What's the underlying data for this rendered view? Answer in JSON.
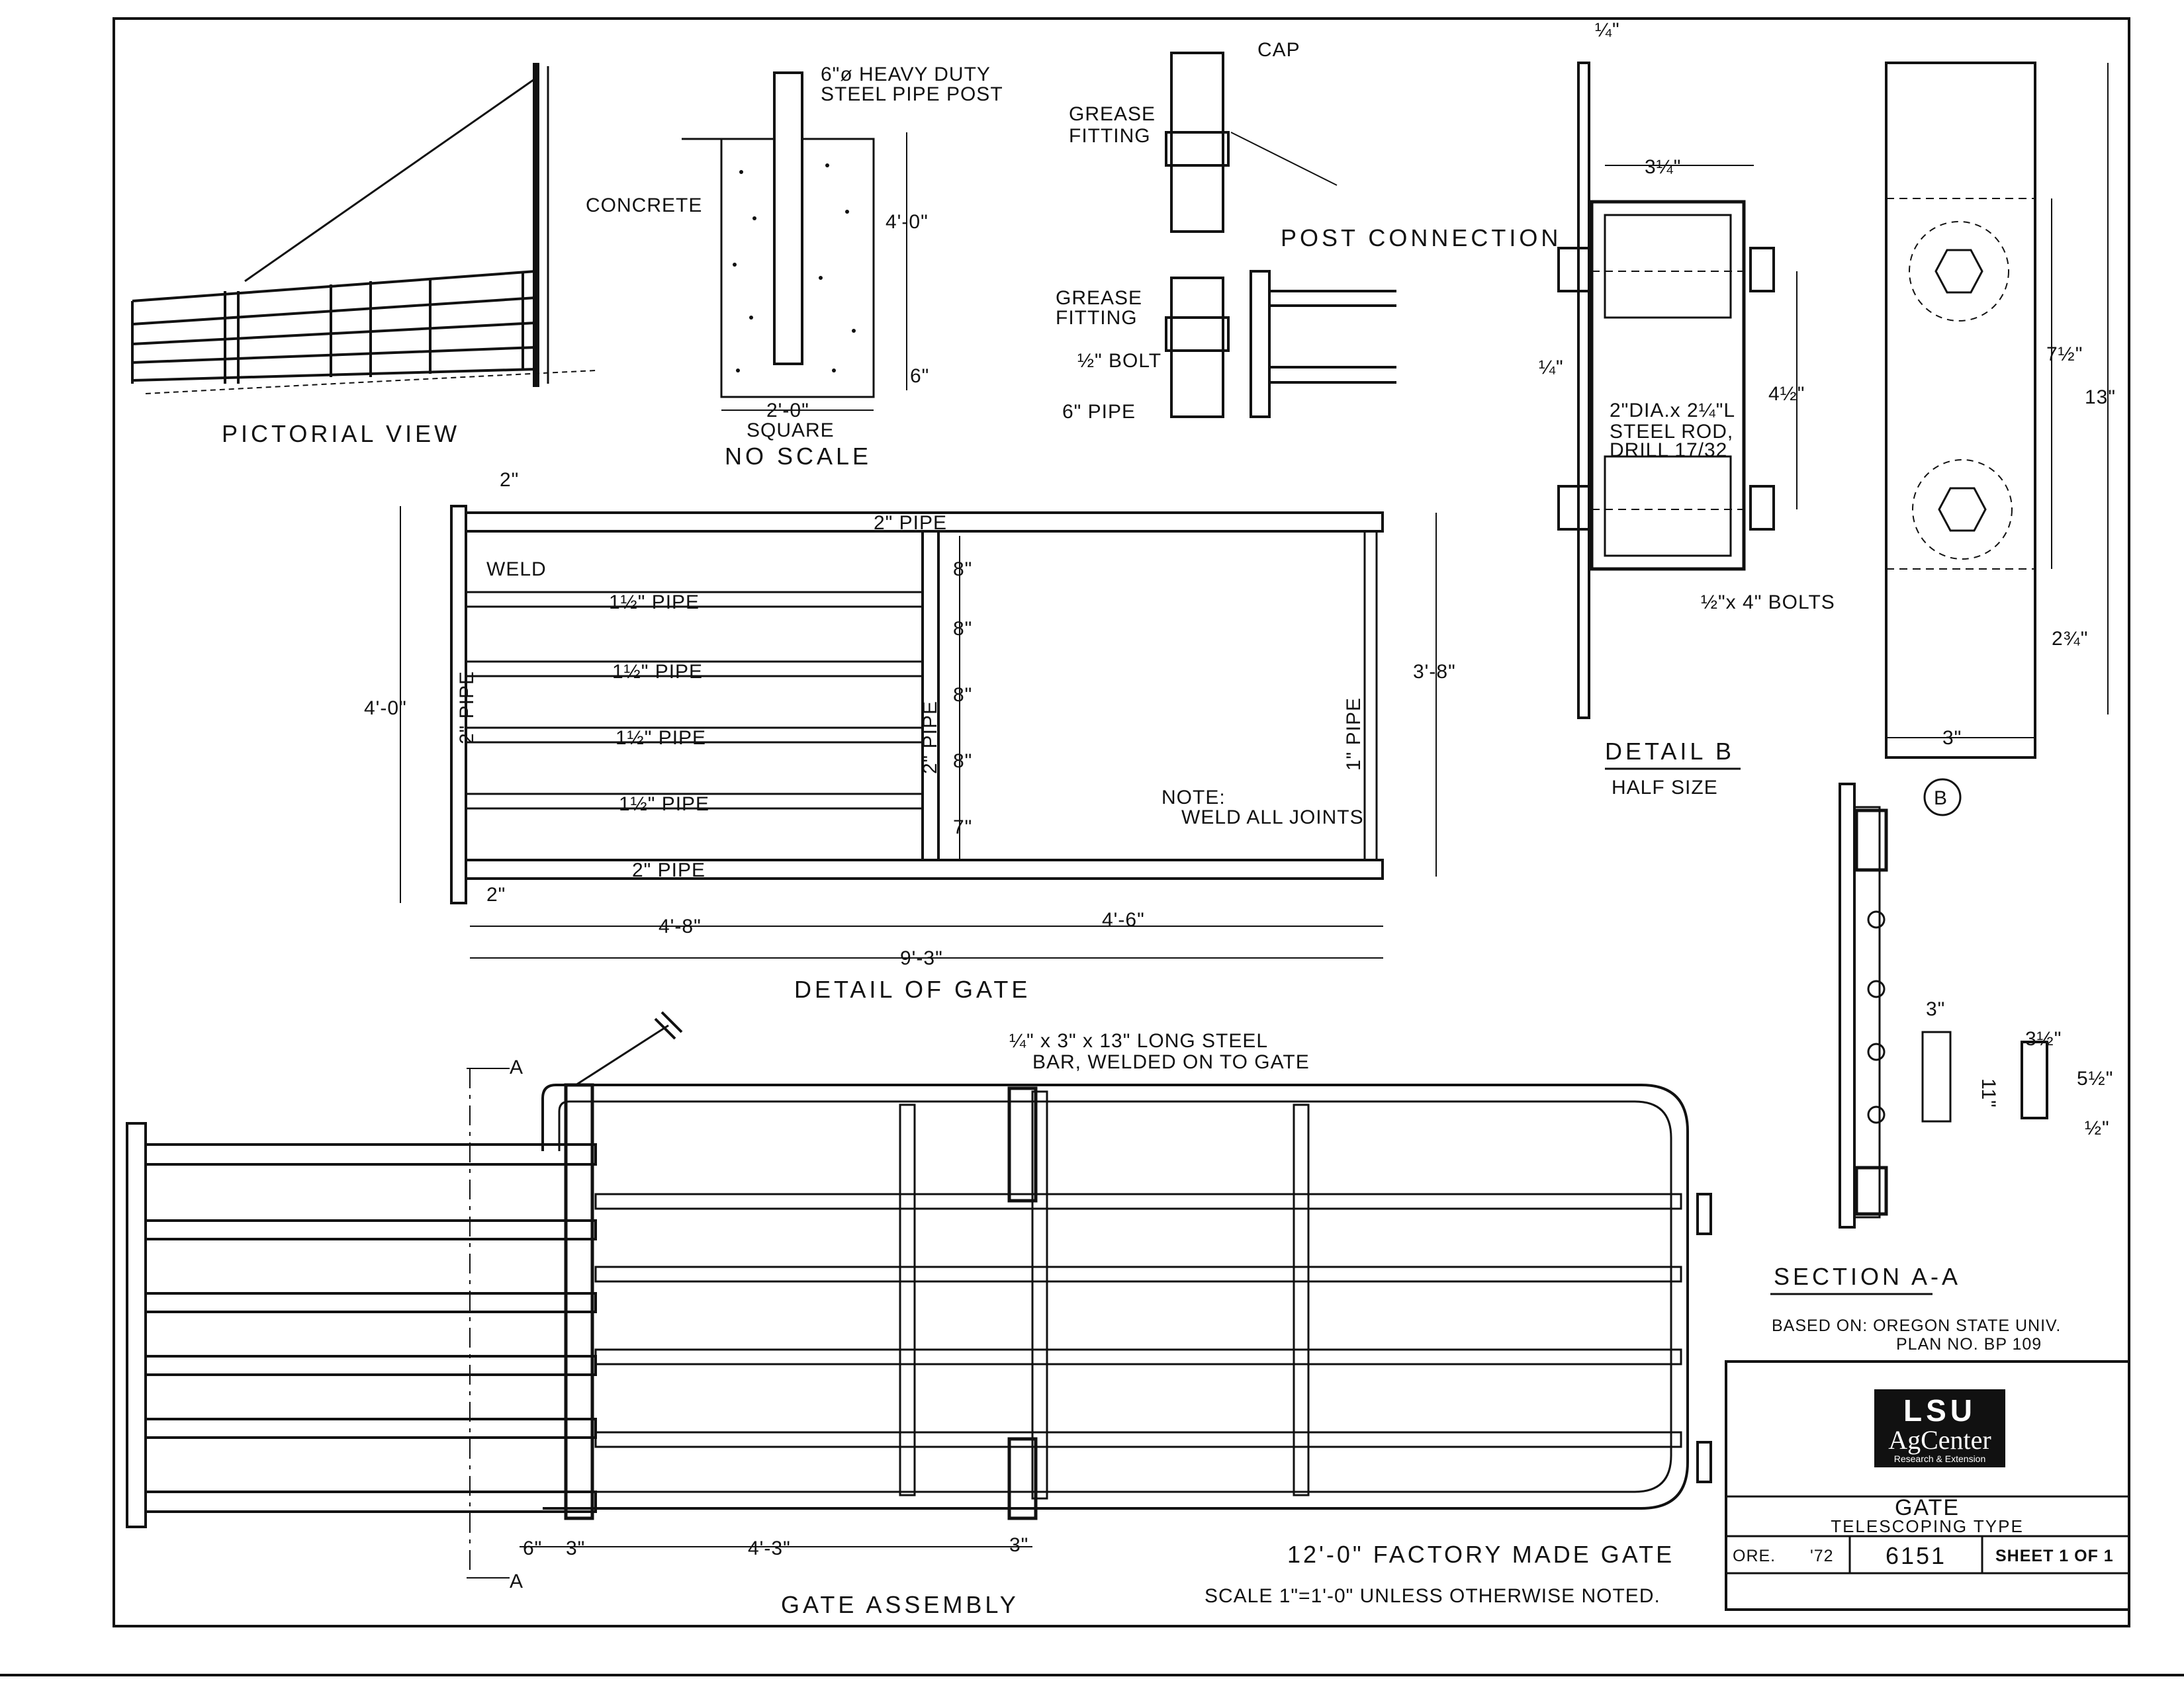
{
  "drawing": {
    "border_color": "#111111",
    "views": {
      "pictorial": {
        "title": "PICTORIAL VIEW"
      },
      "post_footing": {
        "post_label_1": "6\"ø HEAVY DUTY",
        "post_label_2": "STEEL PIPE POST",
        "concrete": "CONCRETE",
        "depth": "4'-0\"",
        "bottom": "6\"",
        "width": "2'-0\"",
        "square": "SQUARE",
        "no_scale": "NO SCALE"
      },
      "post_connection": {
        "title": "POST CONNECTION",
        "cap": "CAP",
        "grease_fitting_top_1": "GREASE",
        "grease_fitting_top_2": "FITTING",
        "grease_fitting_bottom_1": "GREASE",
        "grease_fitting_bottom_2": "FITTING",
        "bolt": "½\" BOLT",
        "pipe": "6\" PIPE"
      },
      "detail_b": {
        "title": "DETAIL B",
        "subtitle": "HALF SIZE",
        "top_dim": "¼\"",
        "width_dim": "3¼\"",
        "left_dim": "¼\"",
        "spacing_dim": "4½\"",
        "rod_1": "2\"DIA.x 2¼\"L",
        "rod_2": "STEEL ROD,",
        "rod_3": "DRILL 17/32",
        "bolts": "½\"x 4\" BOLTS",
        "plate_dim_1": "7½\"",
        "plate_dim_2": "13\"",
        "plate_dim_3": "2¾\"",
        "plate_width": "3\""
      },
      "detail_gate": {
        "title": "DETAIL OF GATE",
        "top_pipe": "2\" PIPE",
        "bottom_pipe": "2\" PIPE",
        "rail_1": "1½\" PIPE",
        "rail_2": "1½\" PIPE",
        "rail_3": "1½\" PIPE",
        "rail_4": "1½\" PIPE",
        "weld": "WELD",
        "left_pipe": "2\" PIPE",
        "mid_pipe": "2\" PIPE",
        "right_pipe": "1\" PIPE",
        "top_offset": "2\"",
        "bottom_offset": "2\"",
        "height": "4'-0\"",
        "inner_height": "3'-8\"",
        "spacing_1": "8\"",
        "spacing_2": "8\"",
        "spacing_3": "8\"",
        "spacing_4": "8\"",
        "spacing_5": "7\"",
        "note_1": "NOTE:",
        "note_2": "WELD ALL JOINTS",
        "len_left": "4'-8\"",
        "len_right": "4'-6\"",
        "len_total": "9'-3\""
      },
      "gate_assembly": {
        "title": "GATE ASSEMBLY",
        "section_mark_top": "A",
        "section_mark_bottom": "A",
        "bar_label_1": "¼\" x 3\" x 13\" LONG STEEL",
        "bar_label_2": "BAR, WELDED ON TO GATE",
        "dim_1": "6\"",
        "dim_2": "3\"",
        "dim_3": "4'-3\"",
        "dim_4": "3\"",
        "factory_gate": "12'-0\"  FACTORY  MADE  GATE",
        "scale": "SCALE 1\"=1'-0\" UNLESS OTHERWISE NOTED."
      },
      "section_aa": {
        "title": "SECTION A-A",
        "callout": "B",
        "dim_w": "3\"",
        "dim_h": "11\"",
        "dim_a": "3½\"",
        "dim_b": "5½\"",
        "dim_c": "½\""
      }
    },
    "notes": {
      "based_on_1": "BASED ON: OREGON STATE UNIV.",
      "based_on_2": "PLAN NO. BP 109"
    },
    "title_block": {
      "logo_top": "LSU",
      "logo_mid": "AgCenter",
      "logo_bottom": "Research & Extension",
      "title": "GATE",
      "subtitle": "TELESCOPING TYPE",
      "origin": "ORE.",
      "year": "'72",
      "number": "6151",
      "sheet": "SHEET 1 OF 1"
    }
  }
}
